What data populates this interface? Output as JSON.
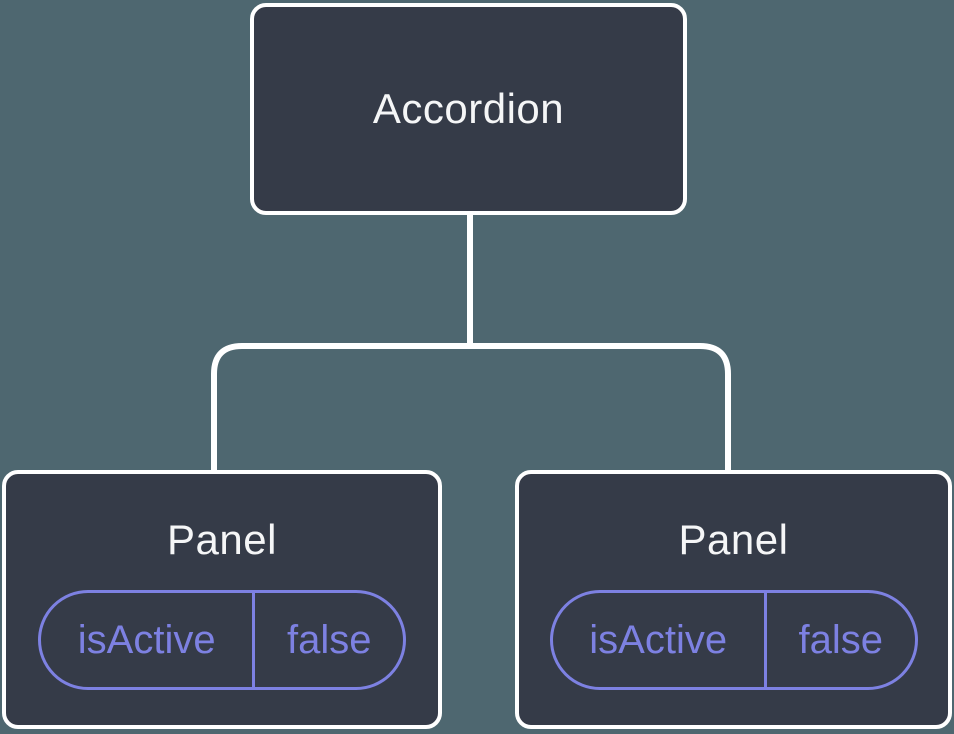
{
  "theme": {
    "canvas_bg": "#4E6770",
    "node_bg": "#353B48",
    "node_border": "#FFFFFF",
    "connector": "#FFFFFF",
    "accent": "#7D81E2",
    "title_color": "#F5F6F7"
  },
  "diagram": {
    "type": "component-tree",
    "root": {
      "label": "Accordion"
    },
    "panels": [
      {
        "label": "Panel",
        "state_key": "isActive",
        "state_value": "false"
      },
      {
        "label": "Panel",
        "state_key": "isActive",
        "state_value": "false"
      }
    ]
  }
}
